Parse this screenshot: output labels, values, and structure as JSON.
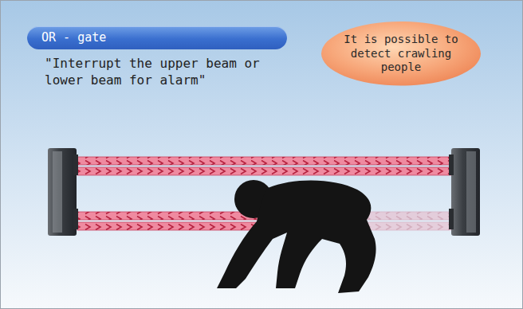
{
  "diagram": {
    "nodes": [
      {
        "text": [
          "OR - gate"
        ]
      },
      {
        "text": [
          "It is possible to detect crawling people"
        ]
      }
    ],
    "labels": [
      "\"Interrupt the upper beam or lower beam for alarm\""
    ]
  }
}
